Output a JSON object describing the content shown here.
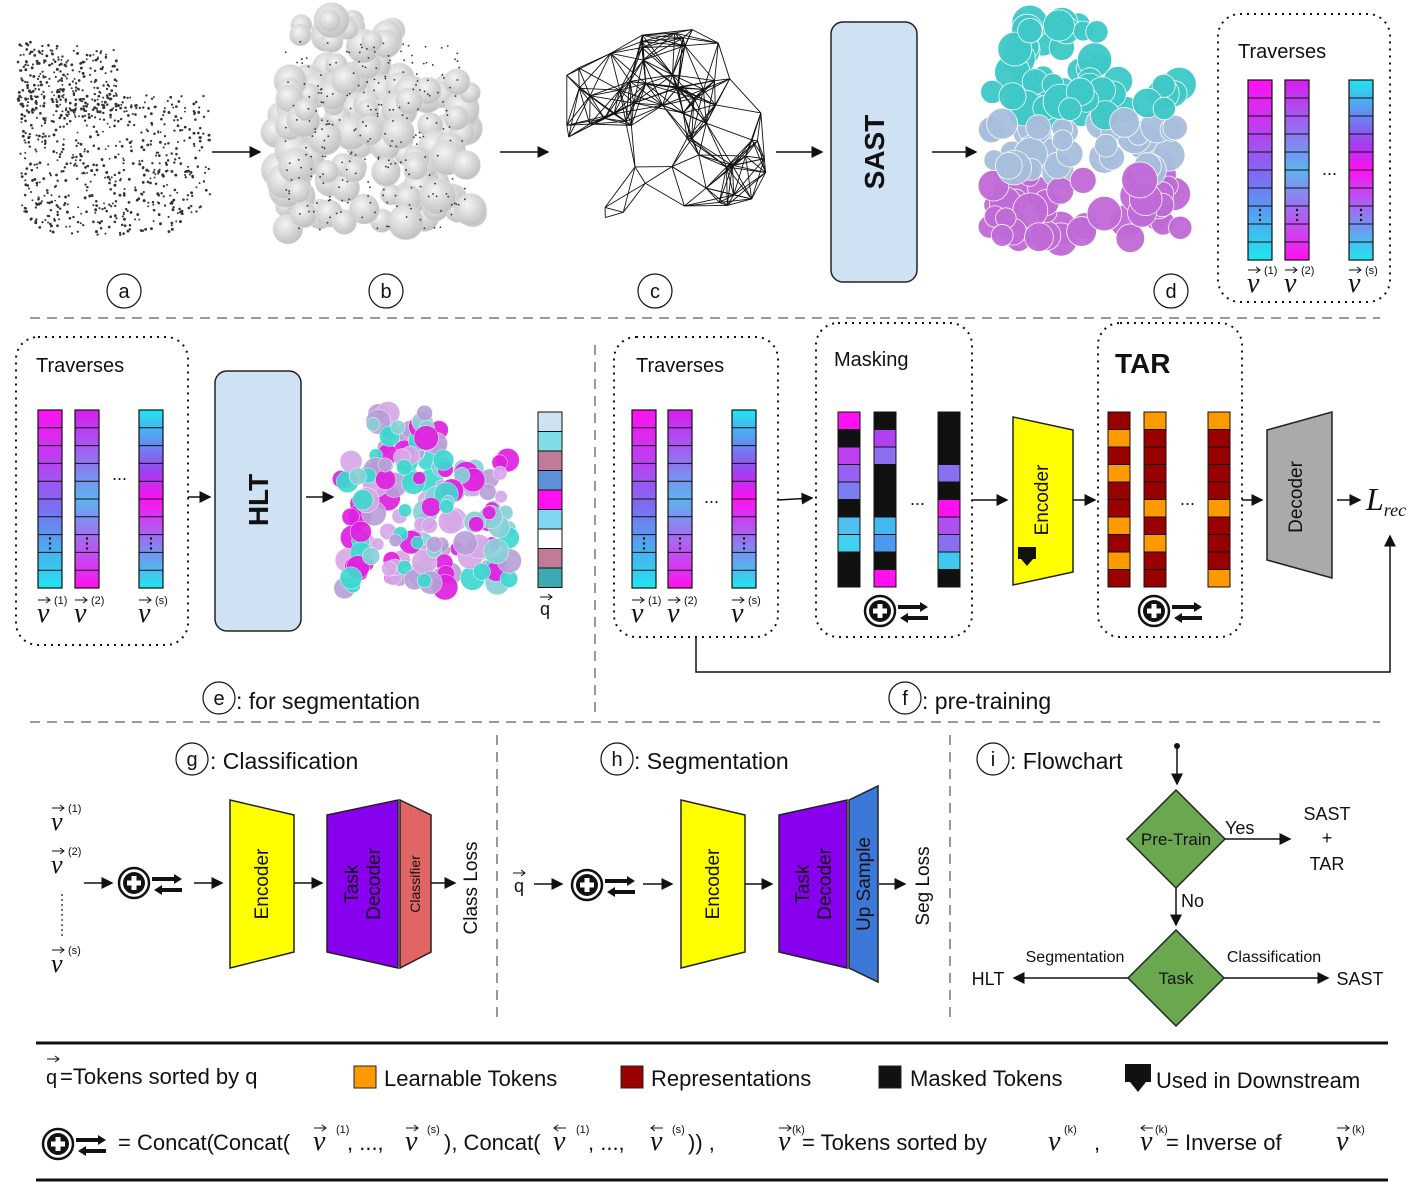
{
  "top": {
    "step_labels": [
      "a",
      "b",
      "c",
      "d"
    ],
    "sast_label": "SAST",
    "traverses_title": "Traverses",
    "ellipsis": "...",
    "vec_labels": [
      "v",
      "v",
      "v"
    ],
    "vec_sups": [
      "(1)",
      "(2)",
      "(s)"
    ]
  },
  "middle_left": {
    "traverses_title": "Traverses",
    "hlt_label": "HLT",
    "q_label": "q",
    "caption_letter": "e",
    "caption_text": ": for segmentation"
  },
  "middle_right": {
    "traverses_title": "Traverses",
    "masking_title": "Masking",
    "tar_title": "TAR",
    "encoder_label": "Encoder",
    "decoder_label": "Decoder",
    "loss_label": "L",
    "loss_sub": "rec",
    "caption_letter": "f",
    "caption_text": " : pre-training"
  },
  "classification": {
    "caption_letter": "g",
    "caption_text": ": Classification",
    "encoder_label": "Encoder",
    "task_decoder_label_1": "Task",
    "task_decoder_label_2": "Decoder",
    "classifier_label": "Classifier",
    "loss_label": "Class Loss"
  },
  "segmentation": {
    "caption_letter": "h",
    "caption_text": ": Segmentation",
    "input_label": "q",
    "encoder_label": "Encoder",
    "task_decoder_label_1": "Task",
    "task_decoder_label_2": "Decoder",
    "upsample_label": "Up Sample",
    "loss_label": "Seg Loss"
  },
  "flowchart": {
    "caption_letter": "i",
    "caption_text": ": Flowchart",
    "pretrain_label": "Pre-Train",
    "yes_label": "Yes",
    "no_label": "No",
    "yes_target_1": "SAST",
    "yes_target_2": "+",
    "yes_target_3": "TAR",
    "task_label": "Task",
    "seg_label": "Segmentation",
    "cls_label": "Classification",
    "seg_target": "HLT",
    "cls_target": "SAST"
  },
  "legend": {
    "q_text": "=Tokens sorted by q",
    "learnable": "Learnable Tokens",
    "representations": "Representations",
    "masked": "Masked Tokens",
    "downstream": "Used in Downstream",
    "concat_text_1": "= Concat(",
    "concat_text_2": "Concat(",
    "concat_text_3": ", ...,",
    "concat_text_4": "), Concat(",
    "concat_text_5": ", ...,",
    "concat_text_6": "))  ,",
    "sorted_text": "= Tokens sorted by",
    "inverse_text": "= Inverse of",
    "sup_k": "(k)"
  },
  "colors": {
    "magenta": "#ff10f0",
    "cyan": "#20e6f0",
    "purple": "#8800ee",
    "yellow": "#ffff00",
    "orange": "#ff9900",
    "darkred": "#990000",
    "green": "#6aa84f",
    "blue": "#3c78d8",
    "red": "#e06666",
    "lightblue": "#cfe2f3",
    "gray": "#aaaaaa"
  }
}
